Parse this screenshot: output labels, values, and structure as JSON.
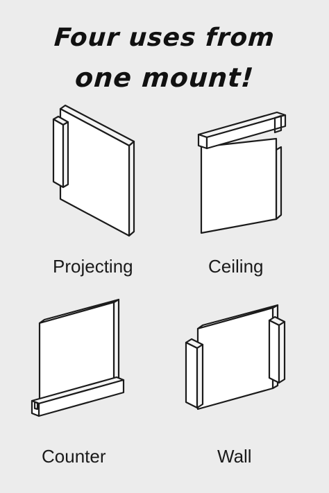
{
  "title": {
    "line1": "Four uses from",
    "line2": "one mount!"
  },
  "mounts": [
    {
      "label": "Projecting"
    },
    {
      "label": "Ceiling"
    },
    {
      "label": "Counter"
    },
    {
      "label": "Wall"
    }
  ]
}
